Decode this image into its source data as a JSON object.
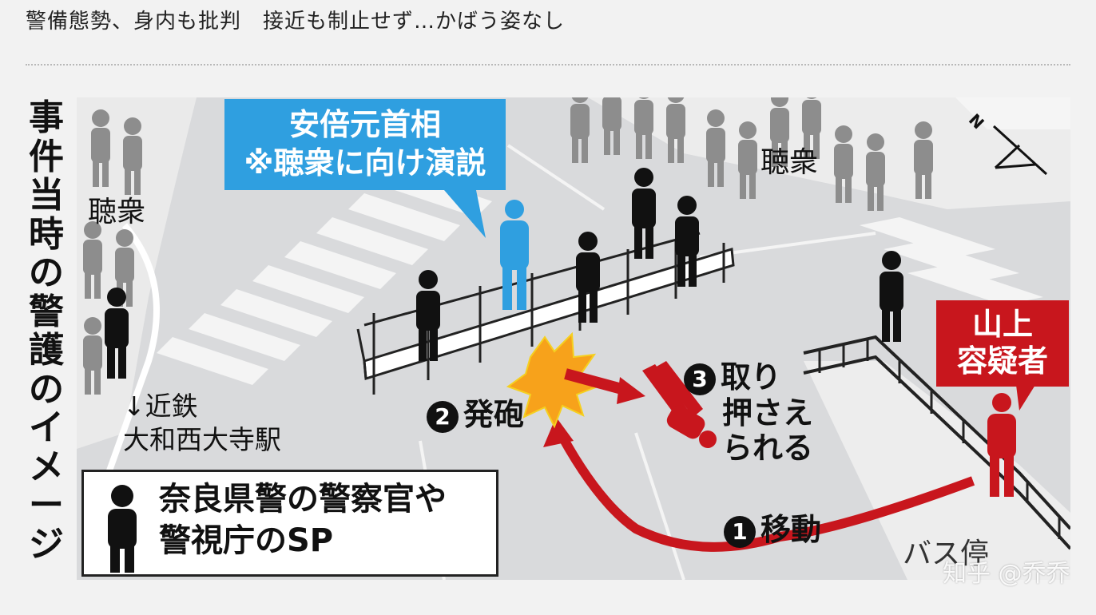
{
  "headline": "警備態勢、身内も批判　接近も制止せず…かばう姿なし",
  "vertical_title": "事件当時の警護のイメージ",
  "labels": {
    "crowd_left": "聴衆",
    "crowd_top": "聴衆",
    "abe_line1": "安倍元首相",
    "abe_line2": "※聴衆に向け演説",
    "yamagami_line1": "山上",
    "yamagami_line2": "容疑者",
    "station_line1": "↓近鉄",
    "station_line2": "大和西大寺駅",
    "bus_stop": "バス停",
    "north": "N"
  },
  "steps": [
    {
      "number": "1",
      "text": "移動"
    },
    {
      "number": "2",
      "text": "発砲"
    },
    {
      "number": "3",
      "text_line1": "取り",
      "text_line2": "押さえ",
      "text_line3": "られる"
    }
  ],
  "legend": {
    "line1": "奈良県警の警察官や",
    "line2": "警視庁のSP"
  },
  "watermark": "知乎 @乔乔",
  "colors": {
    "abe_blue": "#2f9fe0",
    "suspect_red": "#c8161d",
    "police_black": "#111111",
    "crowd_gray": "#8d8d8d",
    "explosion_orange": "#f7a21b"
  }
}
